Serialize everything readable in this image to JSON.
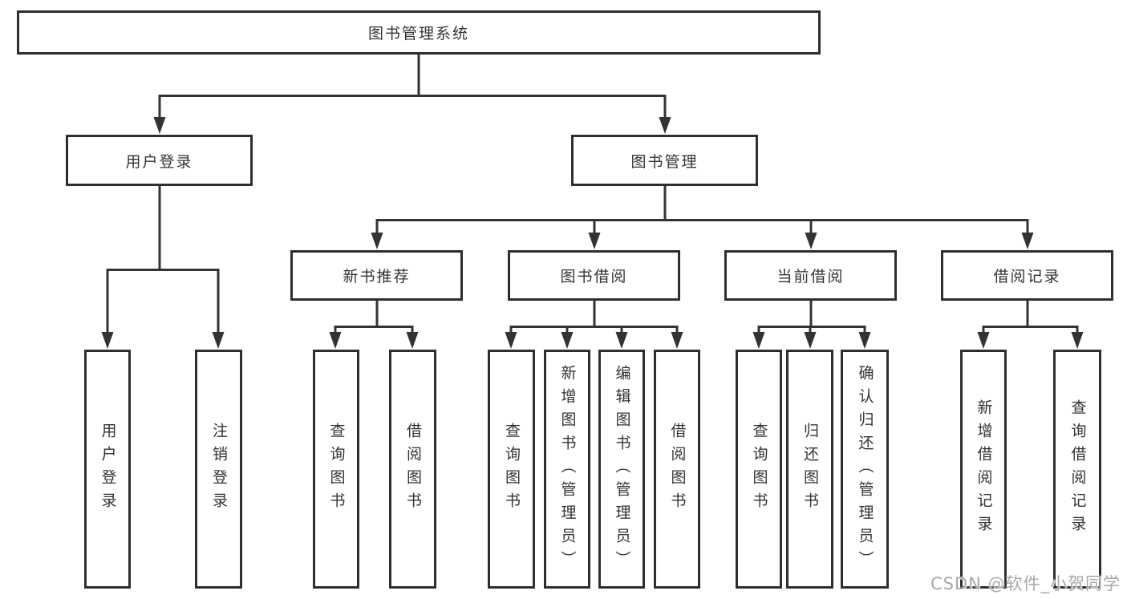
{
  "root": {
    "label": "图书管理系统"
  },
  "level2": [
    {
      "label": "用户登录",
      "parent": "图书管理系统"
    },
    {
      "label": "图书管理",
      "parent": "图书管理系统"
    }
  ],
  "level3": [
    {
      "label": "新书推荐",
      "parent": "图书管理"
    },
    {
      "label": "图书借阅",
      "parent": "图书管理"
    },
    {
      "label": "当前借阅",
      "parent": "图书管理"
    },
    {
      "label": "借阅记录",
      "parent": "图书管理"
    }
  ],
  "leaves": [
    {
      "label": "用户登录",
      "parent": "用户登录"
    },
    {
      "label": "注销登录",
      "parent": "用户登录"
    },
    {
      "label": "查询图书",
      "parent": "新书推荐"
    },
    {
      "label": "借阅图书",
      "parent": "新书推荐"
    },
    {
      "label": "查询图书",
      "parent": "图书借阅"
    },
    {
      "label": "新增图书（管理员）",
      "parent": "图书借阅"
    },
    {
      "label": "编辑图书（管理员）",
      "parent": "图书借阅"
    },
    {
      "label": "借阅图书",
      "parent": "图书借阅"
    },
    {
      "label": "查询图书",
      "parent": "当前借阅"
    },
    {
      "label": "归还图书",
      "parent": "当前借阅"
    },
    {
      "label": "确认归还（管理员）",
      "parent": "当前借阅"
    },
    {
      "label": "新增借阅记录",
      "parent": "借阅记录"
    },
    {
      "label": "查询借阅记录",
      "parent": "借阅记录"
    }
  ],
  "watermark": {
    "text": "CSDN @软件_小贺同学",
    "color": "#a8a8a8"
  },
  "colors": {
    "line": "#333333",
    "box_border": "#2e2e2e",
    "text": "#333333",
    "background": "#ffffff"
  }
}
